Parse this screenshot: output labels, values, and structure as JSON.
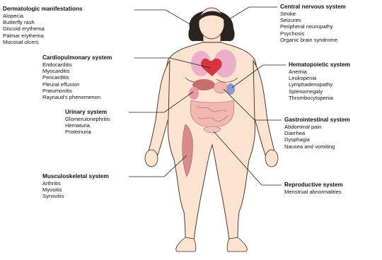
{
  "groups": {
    "dermatologic": {
      "title": "Dermatologic manifestations",
      "items": [
        "Alopecia",
        "Butterfly rash",
        "Discoid erythema",
        "Palmar erythema",
        "Mucosal ulcers"
      ]
    },
    "cardiopulmonary": {
      "title": "Cardiopulmonary system",
      "items": [
        "Endocarditis",
        "Myocarditis",
        "Pericarditis",
        "Pleural effusion",
        "Pneumonitis",
        "Raynaud's phenomenon"
      ]
    },
    "urinary": {
      "title": "Urinary system",
      "items": [
        "Glomerulonephritis",
        "Hematuria",
        "Proteinuria"
      ]
    },
    "musculoskeletal": {
      "title": "Musculoskeletal system",
      "items": [
        "Arthritis",
        "Myositis",
        "Synovitis"
      ]
    },
    "cns": {
      "title": "Central nervous system",
      "items": [
        "Stroke",
        "Seizures",
        "Peripheral neuropathy",
        "Psychosis",
        "Organic brain syndrome"
      ]
    },
    "hematopoietic": {
      "title": "Hematopoietic system",
      "items": [
        "Anemia",
        "Leukopenia",
        "Lymphadenopathy",
        "Splenomegaly",
        "Thrombocytopenia"
      ]
    },
    "gastrointestinal": {
      "title": "Gastrointestinal system",
      "items": [
        "Abdominal pain",
        "Diarrhea",
        "Dysphagia",
        "Nausea and vomiting"
      ]
    },
    "reproductive": {
      "title": "Reproductive system",
      "items": [
        "Menstrual abnormalities"
      ]
    }
  },
  "colors": {
    "skin": "#fbe3cf",
    "skin_outline": "#3a2a22",
    "hair": "#2b2320",
    "heart": "#d8343c",
    "lung": "#e9a9c8",
    "organ": "#f2b8b0",
    "spleen": "#8d98cf",
    "muscle": "#d88a8c",
    "leader": "#222222"
  }
}
